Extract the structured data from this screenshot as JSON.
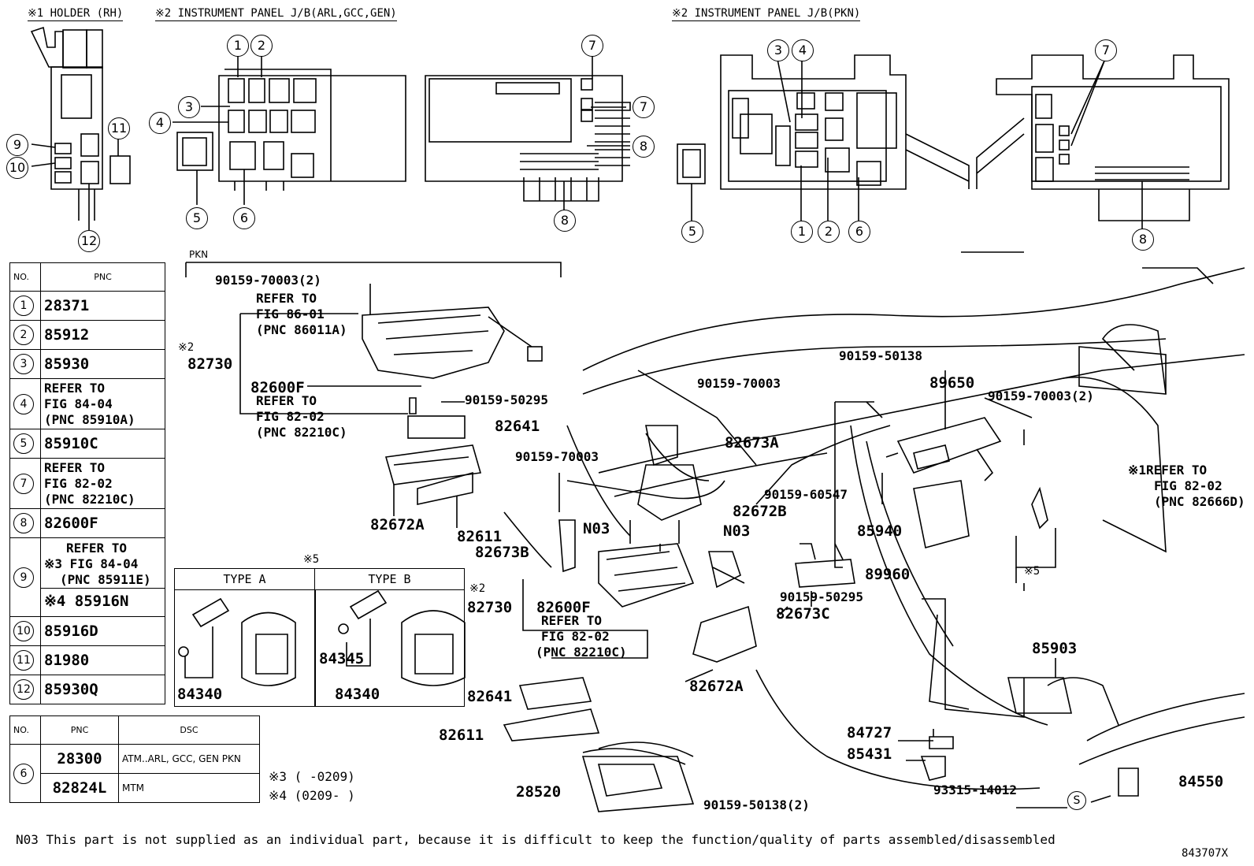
{
  "section_titles": {
    "holder": "※1 HOLDER (RH)",
    "jb_arl": "※2 INSTRUMENT PANEL J/B(ARL,GCC,GEN)",
    "jb_pkn": "※2 INSTRUMENT PANEL J/B(PKN)"
  },
  "callouts": {
    "holder": [
      "9",
      "10",
      "11",
      "12"
    ],
    "jb_arl": [
      "1",
      "2",
      "3",
      "4",
      "5",
      "6",
      "7",
      "7",
      "8",
      "8"
    ],
    "jb_pkn": [
      "3",
      "4",
      "7",
      "5",
      "1",
      "2",
      "6",
      "8"
    ]
  },
  "table_main": {
    "header_no": "NO.",
    "header_pnc": "PNC",
    "rows": [
      {
        "no": "1",
        "lines": [
          "28371"
        ]
      },
      {
        "no": "2",
        "lines": [
          "85912"
        ]
      },
      {
        "no": "3",
        "lines": [
          "85930"
        ]
      },
      {
        "no": "4",
        "lines": [
          "REFER TO",
          "FIG 84-04",
          "(PNC 85910A)"
        ]
      },
      {
        "no": "5",
        "lines": [
          "85910C"
        ]
      },
      {
        "no": "7",
        "lines": [
          "REFER TO",
          "FIG 82-02",
          "(PNC 82210C)"
        ]
      },
      {
        "no": "8",
        "lines": [
          "82600F"
        ]
      },
      {
        "no": "9",
        "lines": [
          "REFER TO",
          "※3 FIG 84-04",
          "(PNC 85911E)"
        ],
        "sub": "※4 85916N"
      },
      {
        "no": "10",
        "lines": [
          "85916D"
        ]
      },
      {
        "no": "11",
        "lines": [
          "81980"
        ]
      },
      {
        "no": "12",
        "lines": [
          "85930Q"
        ]
      }
    ]
  },
  "table_six": {
    "header_no": "NO.",
    "header_pnc": "PNC",
    "header_dsc": "DSC",
    "no": "6",
    "rows": [
      {
        "pnc": "28300",
        "dsc": "ATM..ARL, GCC, GEN PKN"
      },
      {
        "pnc": "82824L",
        "dsc": "MTM"
      }
    ]
  },
  "type_box": {
    "mark": "※5",
    "type_a": "TYPE A",
    "type_b": "TYPE B",
    "part_a": "84340",
    "part_b1": "84345",
    "part_b2": "84340"
  },
  "footnotes": {
    "n3": "※3 (     -0209)",
    "n4": "※4 (0209-     )",
    "n03": "N03  This part is not supplied as an individual part,    because it is difficult to keep the function/quality of parts assembled/disassembled",
    "fig_id": "843707X"
  },
  "pkn_label": "PKN",
  "parts": {
    "p1": "90159-70003(2)",
    "p2": "REFER TO",
    "p3": "FIG 86-01",
    "p4": "(PNC 86011A)",
    "p5": "※2",
    "p6": "82730",
    "p7": "82600F",
    "p8": "REFER TO",
    "p9": "FIG 82-02",
    "p10": "(PNC 82210C)",
    "p11": "90159-50295",
    "p12": "82641",
    "p13": "82672A",
    "p14": "82611",
    "p15": "90159-70003",
    "p16": "82673A",
    "p17": "90159-70003",
    "p18": "82672B",
    "p19": "N03",
    "p20": "N03",
    "p21": "82673B",
    "p22": "※2",
    "p23": "82730",
    "p24": "82600F",
    "p25": "REFER TO",
    "p26": "FIG 82-02",
    "p27": "(PNC 82210C)",
    "p28": "82673C",
    "p29": "90159-50295",
    "p30": "82672A",
    "p31": "82641",
    "p32": "82611",
    "p33": "28520",
    "p34": "90159-50138(2)",
    "p35": "90159-50138",
    "p36": "89650",
    "p37": "90159-70003(2)",
    "p38": "90159-60547",
    "p39": "85940",
    "p40": "89960",
    "p41": "※1REFER TO",
    "p42": "FIG 82-02",
    "p43": "(PNC 82666D)",
    "p44": "※5",
    "p45": "85903",
    "p46": "84727",
    "p47": "85431",
    "p48": "93315-14012",
    "p49": "S",
    "p50": "84550"
  }
}
